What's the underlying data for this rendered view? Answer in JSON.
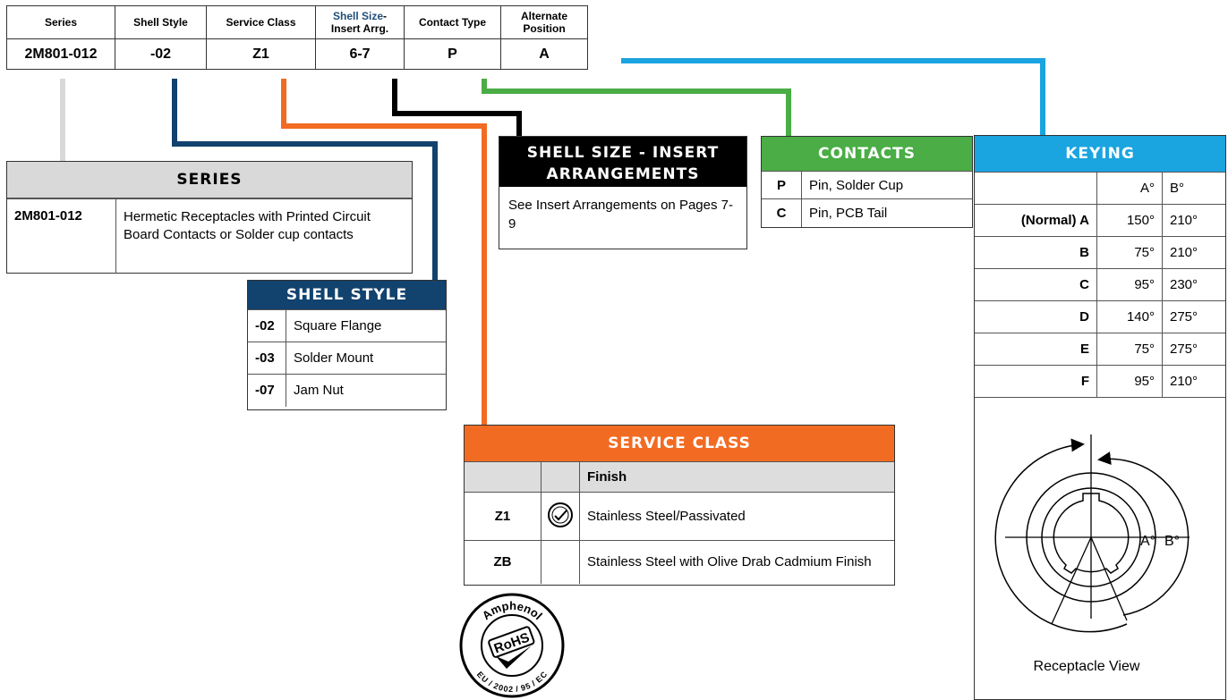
{
  "part_number": {
    "headers": {
      "series": "Series",
      "shell_style": "Shell Style",
      "service_class": "Service Class",
      "shell_size_a": "Shell Size",
      "shell_size_b": "-",
      "shell_size_c": "Insert Arrg.",
      "contact_type": "Contact Type",
      "alt_a": "Alternate",
      "alt_b": "Position"
    },
    "values": {
      "series": "2M801-012",
      "shell_style": "-02",
      "service_class": "Z1",
      "shell_size": "6-7",
      "contact_type": "P",
      "alternate_position": "A"
    }
  },
  "series": {
    "title": "SERIES",
    "code": "2M801-012",
    "description": "Hermetic Receptacles with Printed Circuit Board Contacts or Solder cup contacts"
  },
  "shell_style": {
    "title": "SHELL STYLE",
    "rows": [
      {
        "code": "-02",
        "desc": "Square Flange"
      },
      {
        "code": "-03",
        "desc": "Solder Mount"
      },
      {
        "code": "-07",
        "desc": "Jam Nut"
      }
    ]
  },
  "shell_size": {
    "title_line1": "SHELL SIZE - INSERT",
    "title_line2": "ARRANGEMENTS",
    "text": "See Insert Arrangements on Pages 7-9"
  },
  "contacts": {
    "title": "CONTACTS",
    "rows": [
      {
        "code": "P",
        "desc": "Pin, Solder Cup"
      },
      {
        "code": "C",
        "desc": "Pin, PCB Tail"
      }
    ]
  },
  "keying": {
    "title": "KEYING",
    "col_a": "A°",
    "col_b": "B°",
    "rows": [
      {
        "pos": "(Normal) A",
        "a": "150°",
        "b": "210°"
      },
      {
        "pos": "B",
        "a": "75°",
        "b": "210°"
      },
      {
        "pos": "C",
        "a": "95°",
        "b": "230°"
      },
      {
        "pos": "D",
        "a": "140°",
        "b": "275°"
      },
      {
        "pos": "E",
        "a": "75°",
        "b": "275°"
      },
      {
        "pos": "F",
        "a": "95°",
        "b": "210°"
      }
    ],
    "diagram_label_a": "A°",
    "diagram_label_b": "B°",
    "caption": "Receptacle View"
  },
  "service_class": {
    "title": "SERVICE CLASS",
    "finish_header": "Finish",
    "rows": [
      {
        "code": "Z1",
        "finish": "Stainless Steel/Passivated",
        "rohs": true
      },
      {
        "code": "ZB",
        "finish": "Stainless Steel with Olive Drab Cadmium Finish",
        "rohs": false
      }
    ]
  },
  "rohs_logo": {
    "top_text": "Amphenol",
    "center_text": "RoHS",
    "bottom_text": "EU / 2002 / 95 / EC"
  },
  "colors": {
    "series": "#d9d9d9",
    "shell_style": "#12426e",
    "service_class": "#f26b22",
    "shell_size": "#000000",
    "contacts": "#4aad45",
    "keying": "#1aa4e0"
  }
}
